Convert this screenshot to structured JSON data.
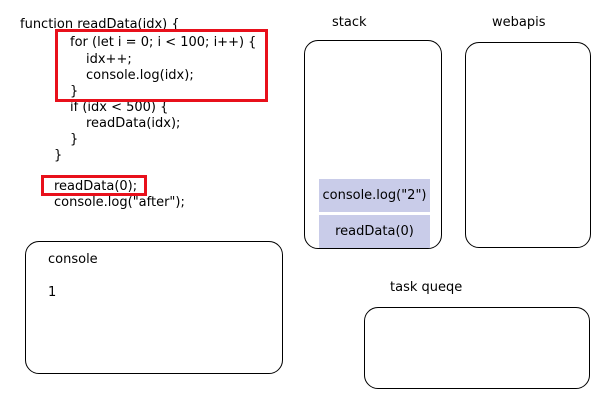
{
  "code": {
    "lines": [
      "function readData(idx) {",
      "for (let i = 0; i < 100; i++) {",
      "idx++;",
      "console.log(idx);",
      "}",
      "if (idx < 500) {",
      "readData(idx);",
      "}",
      "}",
      "readData(0);",
      "console.log(\"after\");"
    ]
  },
  "stack": {
    "title": "stack",
    "frames": [
      "console.log(\"2\")",
      "readData(0)"
    ]
  },
  "webapis": {
    "title": "webapis"
  },
  "console": {
    "title": "console",
    "output": [
      "1"
    ]
  },
  "task_queue": {
    "title": "task queqe"
  },
  "colors": {
    "highlight": "#e8101b",
    "stack_frame": "#c9cce9"
  }
}
